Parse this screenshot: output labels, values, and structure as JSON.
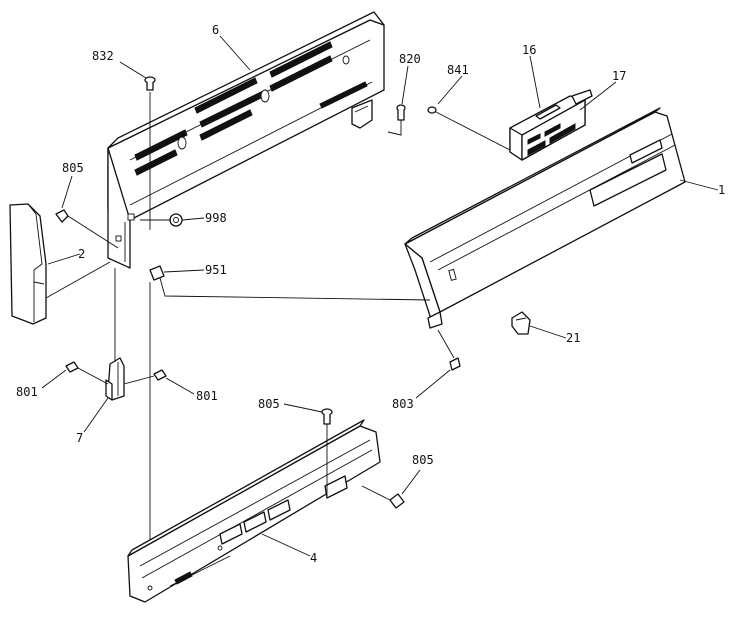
{
  "callouts": {
    "c832": "832",
    "c6": "6",
    "c820": "820",
    "c841": "841",
    "c16": "16",
    "c17": "17",
    "c1": "1",
    "c805_left": "805",
    "c998": "998",
    "c2": "2",
    "c951": "951",
    "c21": "21",
    "c801_left": "801",
    "c801_right": "801",
    "c803": "803",
    "c7": "7",
    "c805_bottom": "805",
    "c805_right": "805",
    "c4": "4"
  }
}
